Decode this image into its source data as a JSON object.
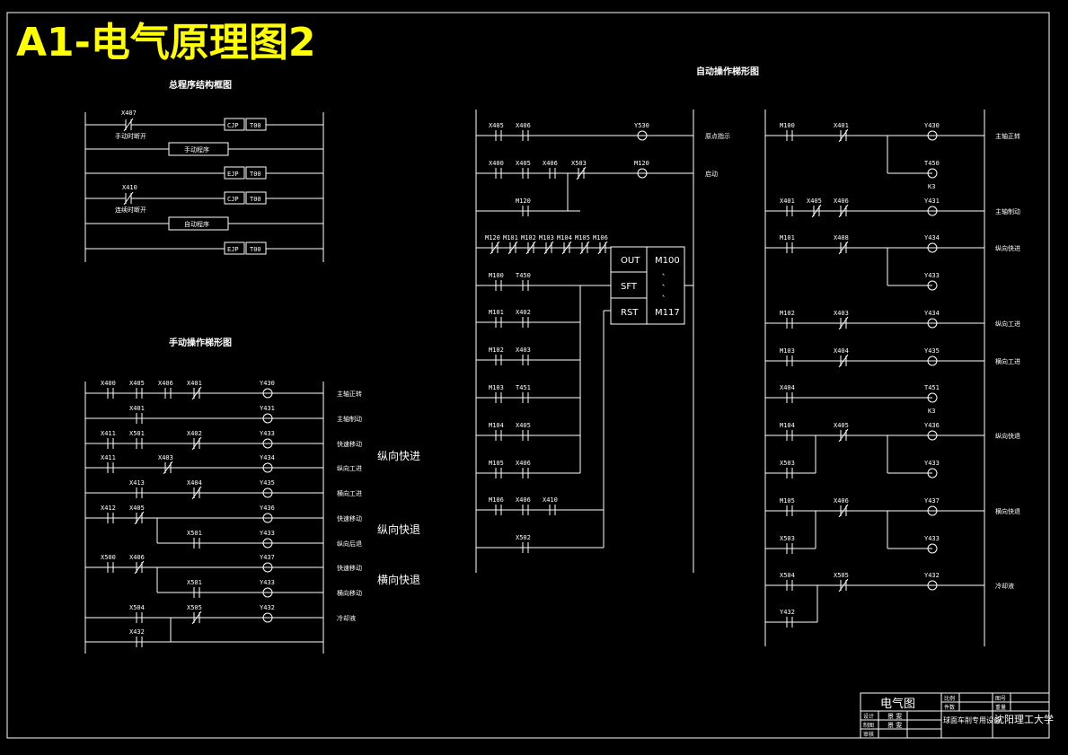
{
  "title": "A1-电气原理图2",
  "main_program": {
    "title": "总程序结构框图",
    "x407": "X407",
    "manual_note": "手动时断开",
    "cjp1": "CJP",
    "t00a": "T00",
    "manual_prog": "手动程序",
    "ejp1": "EJP",
    "t00b": "T00",
    "x410": "X410",
    "auto_note": "连续时断开",
    "cjp2": "CJP",
    "t00c": "T00",
    "auto_prog": "自动程序",
    "ejp2": "EJP",
    "t00d": "T00"
  },
  "manual_ladder": {
    "title": "手动操作梯形图",
    "rungs": [
      {
        "contacts": [
          "X400",
          "X405",
          "X406",
          "X401"
        ],
        "coil": "Y430",
        "desc": "主轴正转"
      },
      {
        "contacts": [
          "X401"
        ],
        "coil": "Y431",
        "desc": "主轴制动"
      },
      {
        "contacts": [
          "X411",
          "X501",
          "X402"
        ],
        "coil": "Y433",
        "desc": "快速移动"
      },
      {
        "contacts": [
          "X411",
          "X403"
        ],
        "coil": "Y434",
        "desc": "纵向工进"
      },
      {
        "contacts": [
          "X413",
          "X404"
        ],
        "coil": "Y435",
        "desc": "横向工进"
      },
      {
        "contacts": [
          "X412",
          "X405"
        ],
        "coil": "Y436",
        "desc": "快速移动"
      },
      {
        "contacts": [
          "X501"
        ],
        "coil": "Y433",
        "desc": "纵向后退"
      },
      {
        "contacts": [
          "X500",
          "X406"
        ],
        "coil": "Y437",
        "desc": "快速移动"
      },
      {
        "contacts": [
          "X501"
        ],
        "coil": "Y433",
        "desc": "横向移动"
      },
      {
        "contacts": [
          "X504",
          "X505"
        ],
        "coil": "Y432",
        "desc": "冷却液"
      },
      {
        "contacts": [
          "X432"
        ],
        "coil": "",
        "desc": ""
      }
    ],
    "big_labels": [
      "纵向快进",
      "纵向快退",
      "横向快退"
    ]
  },
  "auto_ladder": {
    "title": "自动操作梯形图",
    "left_rungs": [
      {
        "contacts": [
          "X405",
          "X406"
        ],
        "coil": "Y530",
        "desc": "原点指示"
      },
      {
        "contacts": [
          "X400",
          "X405",
          "X406",
          "X503"
        ],
        "coil": "M120",
        "desc": "启动"
      },
      {
        "contacts": [
          "M120"
        ],
        "coil": "",
        "desc": ""
      },
      {
        "contacts": [
          "M120",
          "M101",
          "M102",
          "M103",
          "M104",
          "M105",
          "M106"
        ],
        "coil": "",
        "desc": ""
      },
      {
        "contacts": [
          "M100",
          "T450"
        ],
        "coil": "",
        "desc": ""
      },
      {
        "contacts": [
          "M101",
          "X402"
        ],
        "coil": "",
        "desc": ""
      },
      {
        "contacts": [
          "M102",
          "X403"
        ],
        "coil": "",
        "desc": ""
      },
      {
        "contacts": [
          "M103",
          "T451"
        ],
        "coil": "",
        "desc": ""
      },
      {
        "contacts": [
          "M104",
          "X405"
        ],
        "coil": "",
        "desc": ""
      },
      {
        "contacts": [
          "M105",
          "X406"
        ],
        "coil": "",
        "desc": ""
      },
      {
        "contacts": [
          "M106",
          "X406",
          "X410"
        ],
        "coil": "",
        "desc": ""
      },
      {
        "contacts": [
          "X502"
        ],
        "coil": "",
        "desc": ""
      }
    ],
    "shift_block": {
      "out": "OUT",
      "sft": "SFT",
      "rst": "RST",
      "from": "M100",
      "to": "M117",
      "dots": "、"
    },
    "right_rungs": [
      {
        "contacts": [
          "M100",
          "X401"
        ],
        "coil": "Y430",
        "desc": "主轴正转"
      },
      {
        "contacts": [],
        "coil": "T450",
        "desc": "",
        "sub": "K3"
      },
      {
        "contacts": [
          "X401",
          "X405",
          "X406"
        ],
        "coil": "Y431",
        "desc": "主轴制动"
      },
      {
        "contacts": [
          "M101",
          "X408"
        ],
        "coil": "Y434",
        "desc": "纵向快进"
      },
      {
        "contacts": [],
        "coil": "Y433",
        "desc": ""
      },
      {
        "contacts": [
          "M102",
          "X403"
        ],
        "coil": "Y434",
        "desc": "纵向工进"
      },
      {
        "contacts": [
          "M103",
          "X404"
        ],
        "coil": "Y435",
        "desc": "横向工进"
      },
      {
        "contacts": [
          "X404"
        ],
        "coil": "T451",
        "desc": "",
        "sub": "K3"
      },
      {
        "contacts": [
          "M104",
          "X405"
        ],
        "coil": "Y436",
        "desc": "纵向快退"
      },
      {
        "contacts": [
          "X503"
        ],
        "coil": "Y433",
        "desc": ""
      },
      {
        "contacts": [
          "M105",
          "X406"
        ],
        "coil": "Y437",
        "desc": "横向快退"
      },
      {
        "contacts": [
          "X503"
        ],
        "coil": "Y433",
        "desc": ""
      },
      {
        "contacts": [
          "X504",
          "X505"
        ],
        "coil": "Y432",
        "desc": "冷却液"
      },
      {
        "contacts": [
          "Y432"
        ],
        "coil": "",
        "desc": ""
      }
    ]
  },
  "title_block": {
    "drawing": "电气图",
    "cell_bili": "比例",
    "cell_tuhao": "图号",
    "cell_jianshu": "件数",
    "cell_zhongliang": "重量",
    "sheji": "设计",
    "zhitu": "制图",
    "shenhe": "审核",
    "name1": "景 雯",
    "name2": "景 雯",
    "product": "球面车削专用设备",
    "school": "沈阳理工大学"
  }
}
